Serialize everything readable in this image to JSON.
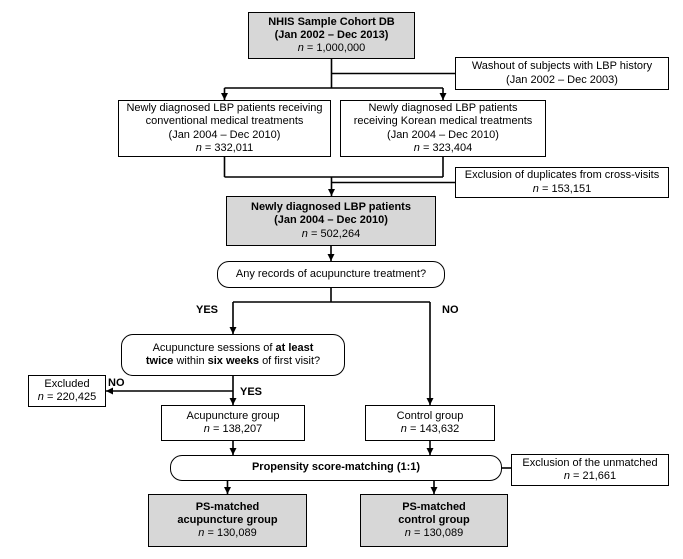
{
  "n_symbol": "n",
  "branch_labels": {
    "acupuncture_yes": "YES",
    "acupuncture_no": "NO",
    "sessions_yes": "YES",
    "sessions_no": "NO"
  },
  "boxes": {
    "cohort": {
      "title": "NHIS Sample Cohort DB",
      "dates": "(Jan 2002 – Dec 2013)",
      "n_value": "= 1,000,000"
    },
    "washout": {
      "line1": "Washout of subjects with LBP history",
      "line2": "(Jan 2002 – Dec 2003)"
    },
    "conventional": {
      "line1": "Newly diagnosed LBP patients receiving",
      "line2": "conventional medical treatments",
      "line3": "(Jan 2004 – Dec 2010)",
      "n_value": "= 332,011"
    },
    "korean": {
      "line1": "Newly diagnosed LBP patients",
      "line2": "receiving Korean medical treatments",
      "line3": "(Jan 2004 – Dec 2010)",
      "n_value": "= 323,404"
    },
    "duplicates": {
      "line1": "Exclusion of duplicates from cross-visits",
      "n_value": "= 153,151"
    },
    "newly_diagnosed": {
      "title": "Newly diagnosed LBP patients",
      "dates": "(Jan 2004 – Dec 2010)",
      "n_value": "= 502,264"
    },
    "acupuncture_question": {
      "text": "Any records of acupuncture treatment?"
    },
    "sessions_question": {
      "l1_seg1": "Acupuncture sessions of",
      "l1_bold": "at least",
      "l2_bold1": "twice",
      "l2_seg1": "within",
      "l2_bold2": "six weeks",
      "l2_seg2": "of first visit?"
    },
    "excluded": {
      "title": "Excluded",
      "n_value": "= 220,425"
    },
    "acupuncture_group": {
      "title": "Acupuncture group",
      "n_value": "= 138,207"
    },
    "control_group": {
      "title": "Control group",
      "n_value": "= 143,632"
    },
    "ps_matching": {
      "title": "Propensity score-matching (1:1)"
    },
    "unmatched": {
      "line1": "Exclusion of the unmatched",
      "n_value": "= 21,661"
    },
    "ps_acupuncture": {
      "line1": "PS-matched",
      "line2": "acupuncture group",
      "n_value": "= 130,089"
    },
    "ps_control": {
      "line1": "PS-matched",
      "line2": "control group",
      "n_value": "= 130,089"
    }
  }
}
